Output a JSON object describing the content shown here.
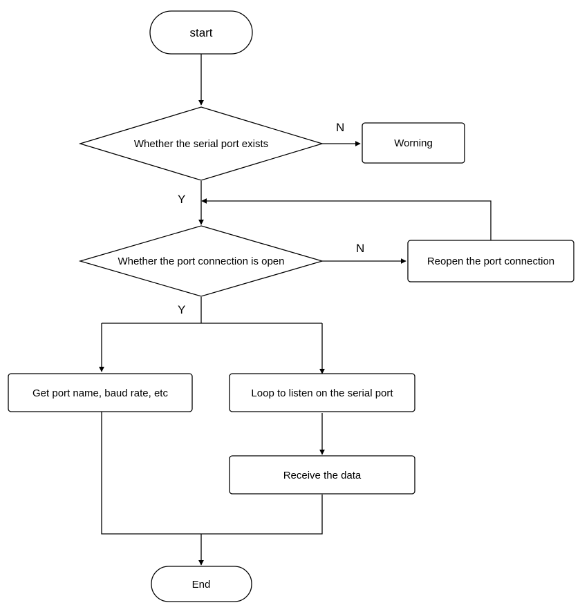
{
  "nodes": {
    "start": "start",
    "serial_exists": "Whether the serial port exists",
    "warning": "Worning",
    "port_open": "Whether the port connection is open",
    "reopen": "Reopen the port connection",
    "get_port_info": "Get port name, baud rate, etc",
    "loop_listen": "Loop to listen on the serial port",
    "receive_data": "Receive the data",
    "end": "End"
  },
  "edge_labels": {
    "exists_no": "N",
    "exists_yes": "Y",
    "open_no": "N",
    "open_yes": "Y"
  }
}
